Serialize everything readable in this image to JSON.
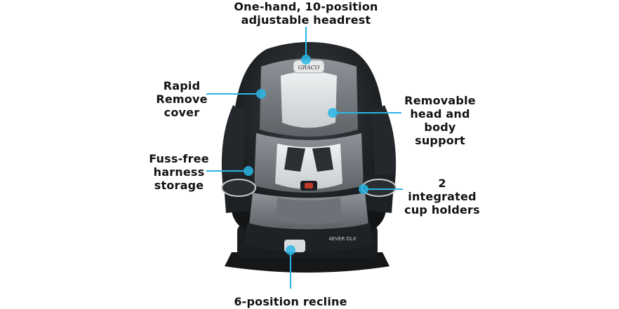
{
  "product": {
    "brand_badge": "GRACO",
    "model_label": "4EVER DLX"
  },
  "callouts": {
    "headrest": {
      "line1": "One-hand, 10-position",
      "line2": "adjustable headrest"
    },
    "cover": {
      "line1": "Rapid Remove",
      "line2": "cover"
    },
    "support": {
      "line1": "Removable",
      "line2": "head and",
      "line3": "body support"
    },
    "harness": {
      "line1": "Fuss-free",
      "line2": "harness",
      "line3": "storage"
    },
    "cupholders": {
      "line1": "2 integrated",
      "line2": "cup holders"
    },
    "recline": {
      "line1": "6-position recline"
    }
  },
  "colors": {
    "accent": "#29b6e6",
    "shell": "#1c1f22",
    "fabric_light": "#d9dcdf",
    "fabric_grey": "#7d8388"
  }
}
